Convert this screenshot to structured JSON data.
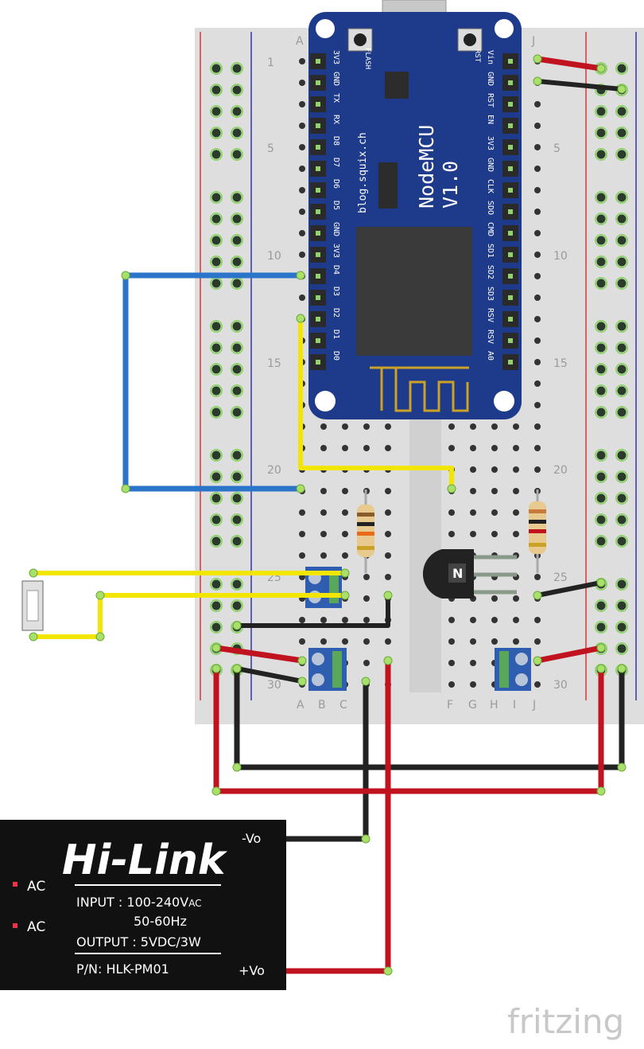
{
  "breadboard": {
    "columns_left": [
      "A",
      "B",
      "C"
    ],
    "columns_right": [
      "F",
      "G",
      "H",
      "I",
      "J"
    ],
    "columns_top_left": [
      "A",
      "B"
    ],
    "columns_top_right": [
      "I",
      "J"
    ],
    "row_numbers": [
      "1",
      "5",
      "10",
      "15",
      "20",
      "25",
      "30"
    ]
  },
  "nodemcu": {
    "name": "NodeMCU",
    "version": "V1.0",
    "site": "blog.squix.ch",
    "flash_label": "FLASH",
    "rst_label": "RST",
    "left_pins": [
      "3V3",
      "GND",
      "TX",
      "RX",
      "D8",
      "D7",
      "D6",
      "D5",
      "GND",
      "3V3",
      "D4",
      "D3",
      "D2",
      "D1",
      "D0"
    ],
    "right_pins": [
      "Vin",
      "GND",
      "RST",
      "EN",
      "3V3",
      "GND",
      "CLK",
      "SDO",
      "CMD",
      "SD1",
      "SD2",
      "SD3",
      "RSV",
      "RSV",
      "A0"
    ]
  },
  "hilink": {
    "brand": "Hi-Link",
    "ac1": "AC",
    "ac2": "AC",
    "input": "INPUT : 100-240V",
    "input_suffix": "AC",
    "freq": "50-60Hz",
    "output": "OUTPUT : 5VDC/3W",
    "pn": "P/N: HLK-PM01",
    "vo_minus": "-Vo",
    "vo_plus": "+Vo"
  },
  "watermark": "fritzing",
  "colors": {
    "wire_red": "#c1121f",
    "wire_black": "#222222",
    "wire_blue": "#2a74c9",
    "wire_yellow": "#f2e600",
    "board": "#1e3a8a",
    "terminal": "#2f5db0"
  }
}
